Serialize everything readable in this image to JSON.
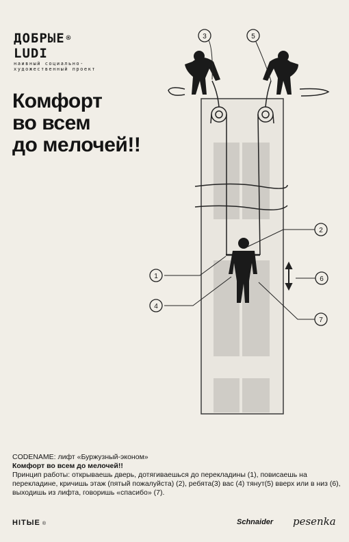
{
  "logo": {
    "line1": "ДОБРЫЕ",
    "line2": "LUDI",
    "reg": "®",
    "subtitle": "наивный социально-художественный проект"
  },
  "headline": {
    "line1": "Комфорт",
    "line2": "во всем",
    "line3": "до мелочей!!"
  },
  "callouts": [
    "1",
    "2",
    "3",
    "4",
    "5",
    "6",
    "7"
  ],
  "description": {
    "codename_label": "CODENAME:",
    "codename_value": " лифт «Буржузный-эконом»",
    "title": "Комфорт во всем до мелочей!!",
    "body": "Принцип работы: открываешь дверь, дотягиваешься до перекладины (1), повисаешь на перекладине, кричишь этаж (пятый пожалуйста) (2), ребята(3) вас (4) тянут(5) вверх или в низ (6), выходишь из лифта, говоришь «спасибо» (7)."
  },
  "footer": {
    "left": "НITЫЕ",
    "left_reg": "®",
    "brand1": "Schnaider",
    "brand2": "pesenka"
  }
}
